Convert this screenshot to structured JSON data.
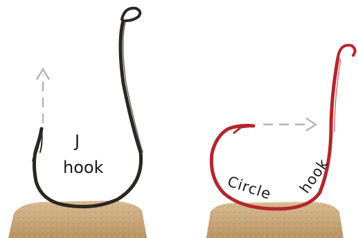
{
  "image": {
    "j_hook_label_line1": "J",
    "j_hook_label_line2": "hook",
    "circle_hook_label_word1": "Circle",
    "circle_hook_label_word2": "hook"
  },
  "colors": {
    "background": "#ffffff",
    "j_hook_metal": "#2b2622",
    "circle_hook_metal": "#b3262c",
    "cork": "#c9a97c",
    "arrow": "#b5b5b5"
  }
}
